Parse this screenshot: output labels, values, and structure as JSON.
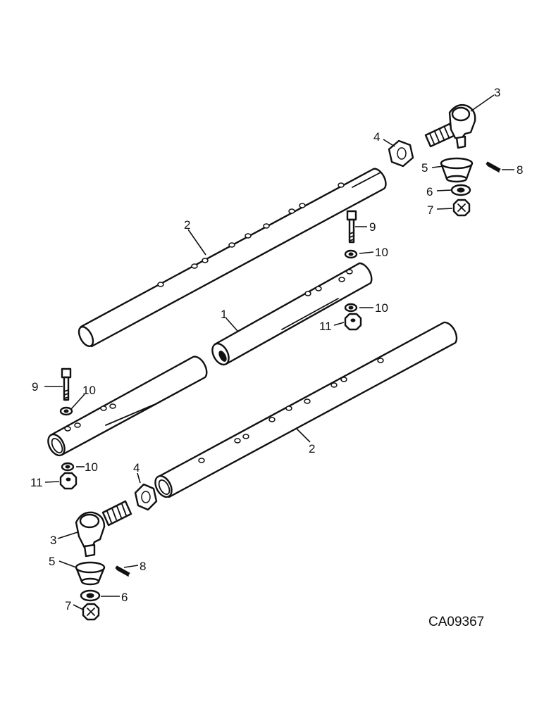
{
  "diagram": {
    "drawing_code": "CA09367",
    "callouts": {
      "c1": "1",
      "c2a": "2",
      "c2b": "2",
      "c3a": "3",
      "c3b": "3",
      "c4a": "4",
      "c4b": "4",
      "c5a": "5",
      "c5b": "5",
      "c6a": "6",
      "c6b": "6",
      "c7a": "7",
      "c7b": "7",
      "c8a": "8",
      "c8b": "8",
      "c9a": "9",
      "c9b": "9",
      "c10a": "10",
      "c10b": "10",
      "c10c": "10",
      "c10d": "10",
      "c11a": "11",
      "c11b": "11"
    }
  }
}
